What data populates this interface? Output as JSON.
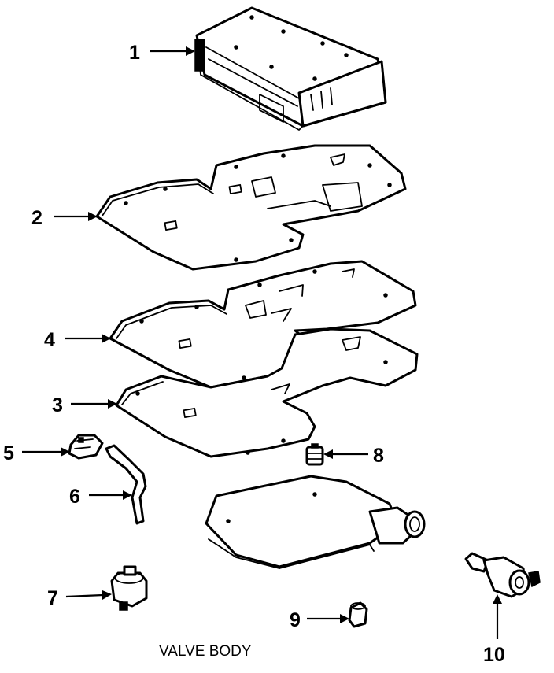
{
  "diagram": {
    "caption": "VALVE BODY",
    "callouts": [
      {
        "id": "1",
        "label": "1"
      },
      {
        "id": "2",
        "label": "2"
      },
      {
        "id": "3",
        "label": "3"
      },
      {
        "id": "4",
        "label": "4"
      },
      {
        "id": "5",
        "label": "5"
      },
      {
        "id": "6",
        "label": "6"
      },
      {
        "id": "7",
        "label": "7"
      },
      {
        "id": "8",
        "label": "8"
      },
      {
        "id": "9",
        "label": "9"
      },
      {
        "id": "10",
        "label": "10"
      }
    ]
  }
}
